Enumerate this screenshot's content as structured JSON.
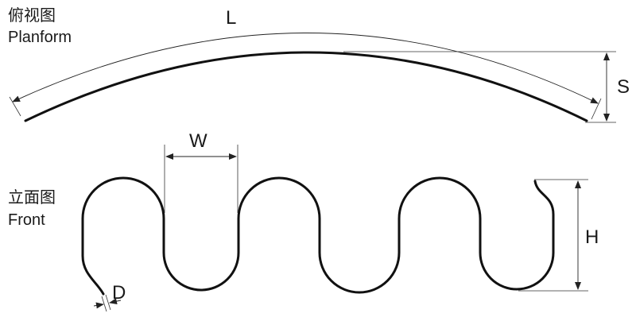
{
  "planform": {
    "title_cn": "俯视图",
    "title_en": "Planform",
    "length_label": "L",
    "sagitta_label": "S"
  },
  "front": {
    "title_cn": "立面图",
    "title_en": "Front",
    "width_label": "W",
    "height_label": "H",
    "diameter_label": "D"
  },
  "colors": {
    "line": "#111111",
    "background": "#ffffff"
  }
}
